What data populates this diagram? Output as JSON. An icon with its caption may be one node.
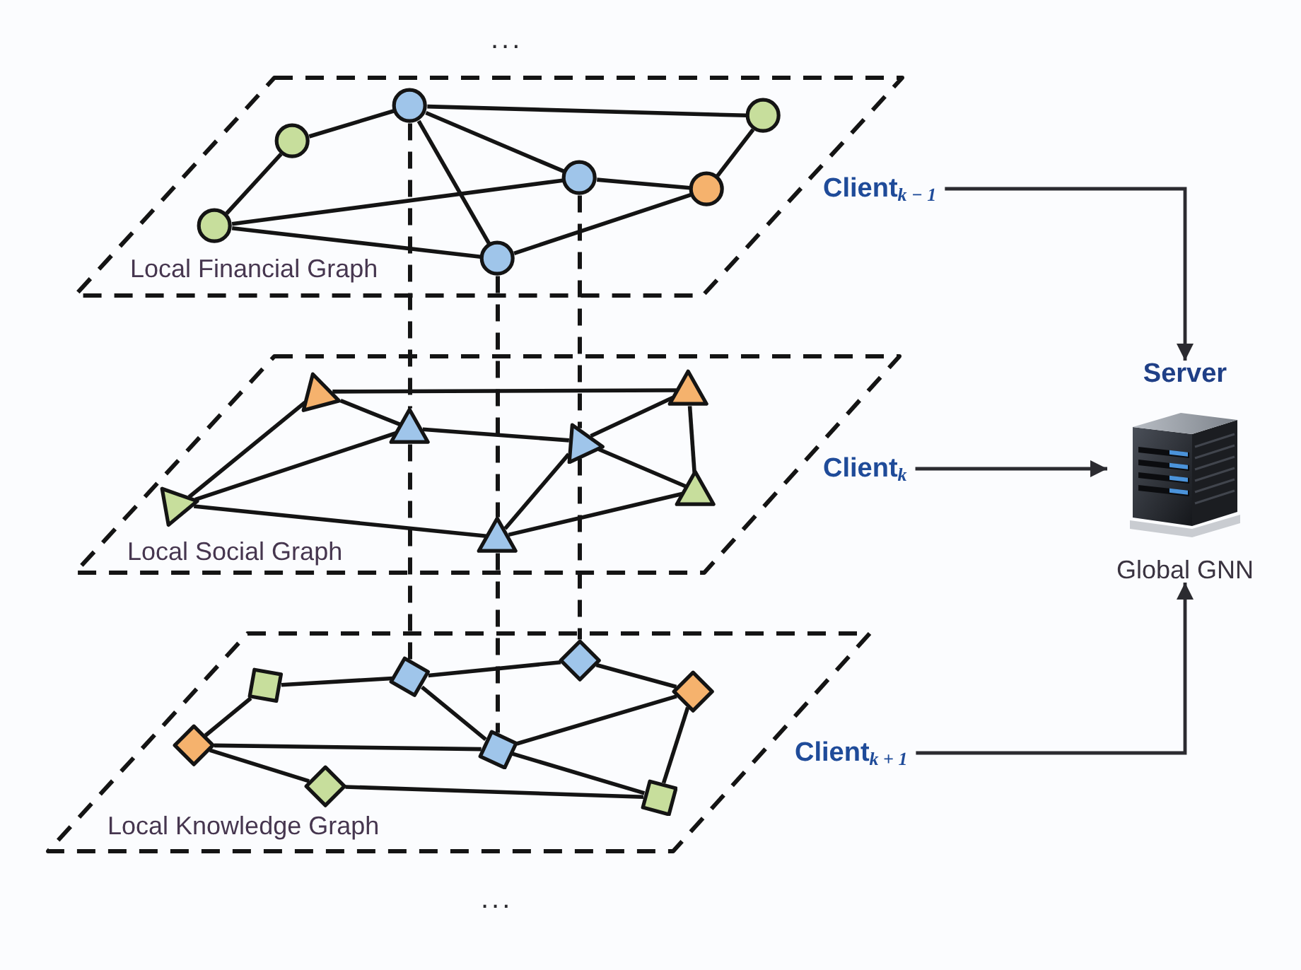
{
  "diagram": {
    "nodes": [
      {
        "text": [
          "Local Financial Graph"
        ]
      },
      {
        "text": [],
        "shape": "circle",
        "in": 0
      },
      {
        "text": [],
        "shape": "circle",
        "in": 0
      },
      {
        "text": [],
        "shape": "circle",
        "in": 0
      },
      {
        "text": [],
        "shape": "circle",
        "in": 0
      },
      {
        "text": [],
        "shape": "circle",
        "in": 0
      },
      {
        "text": [],
        "shape": "circle",
        "in": 0
      },
      {
        "text": [],
        "shape": "circle",
        "in": 0
      },
      {
        "text": [
          "Client$_{k − 1}$"
        ]
      },
      {
        "text": [
          "Server",
          "Global GNN"
        ]
      },
      {
        "text": [
          "Local Social Graph"
        ]
      },
      {
        "text": [],
        "shape": "triangle",
        "in": 10
      },
      {
        "text": [],
        "shape": "triangle",
        "in": 10
      },
      {
        "text": [],
        "shape": "triangle",
        "in": 10
      },
      {
        "text": [],
        "shape": "triangle",
        "in": 10
      },
      {
        "text": [],
        "shape": "triangle",
        "in": 10
      },
      {
        "text": [],
        "shape": "triangle",
        "in": 10
      },
      {
        "text": [],
        "shape": "triangle",
        "in": 10
      },
      {
        "text": [
          "Client$_{k}$"
        ]
      },
      {
        "text": [
          "Local Knowledge Graph"
        ]
      },
      {
        "text": [],
        "shape": "diamond",
        "in": 19
      },
      {
        "text": [],
        "shape": "diamond",
        "in": 19
      },
      {
        "text": [],
        "shape": "diamond",
        "in": 19
      },
      {
        "text": [],
        "shape": "diamond",
        "in": 19
      },
      {
        "text": [],
        "shape": "diamond",
        "in": 19
      },
      {
        "text": [],
        "shape": "diamond",
        "in": 19
      },
      {
        "text": [],
        "shape": "diamond",
        "in": 19
      },
      {
        "text": [],
        "shape": "diamond",
        "in": 19
      },
      {
        "text": [
          "Client$_{k + 1}$"
        ]
      }
    ],
    "edges": [
      {
        "from": 6,
        "to": 3,
        "arrow": "none"
      },
      {
        "from": 3,
        "to": 1,
        "arrow": "none"
      },
      {
        "from": 1,
        "to": 2,
        "arrow": "none"
      },
      {
        "from": 1,
        "to": 4,
        "arrow": "none"
      },
      {
        "from": 1,
        "to": 7,
        "arrow": "none"
      },
      {
        "from": 6,
        "to": 4,
        "arrow": "none"
      },
      {
        "from": 6,
        "to": 7,
        "arrow": "none"
      },
      {
        "from": 4,
        "to": 5,
        "arrow": "none"
      },
      {
        "from": 2,
        "to": 5,
        "arrow": "none"
      },
      {
        "from": 5,
        "to": 7,
        "arrow": "none"
      },
      {
        "from": 11,
        "to": 12,
        "arrow": "none"
      },
      {
        "from": 11,
        "to": 13,
        "arrow": "none"
      },
      {
        "from": 11,
        "to": 16,
        "arrow": "none"
      },
      {
        "from": 16,
        "to": 13,
        "arrow": "none"
      },
      {
        "from": 13,
        "to": 14,
        "arrow": "none"
      },
      {
        "from": 14,
        "to": 12,
        "arrow": "none"
      },
      {
        "from": 14,
        "to": 15,
        "arrow": "none"
      },
      {
        "from": 12,
        "to": 15,
        "arrow": "none"
      },
      {
        "from": 16,
        "to": 17,
        "arrow": "none"
      },
      {
        "from": 17,
        "to": 14,
        "arrow": "none"
      },
      {
        "from": 17,
        "to": 15,
        "arrow": "none"
      },
      {
        "from": 22,
        "to": 21,
        "arrow": "none"
      },
      {
        "from": 21,
        "to": 20,
        "arrow": "none"
      },
      {
        "from": 20,
        "to": 23,
        "arrow": "none"
      },
      {
        "from": 24,
        "to": 22,
        "arrow": "none"
      },
      {
        "from": 21,
        "to": 25,
        "arrow": "none"
      },
      {
        "from": 24,
        "to": 25,
        "arrow": "none"
      },
      {
        "from": 23,
        "to": 25,
        "arrow": "none"
      },
      {
        "from": 23,
        "to": 27,
        "arrow": "none"
      },
      {
        "from": 25,
        "to": 27,
        "arrow": "none"
      },
      {
        "from": 24,
        "to": 26,
        "arrow": "none"
      },
      {
        "from": 26,
        "to": 27,
        "arrow": "none"
      },
      {
        "from": 1,
        "to": 13,
        "arrow": "none",
        "style": "dashed"
      },
      {
        "from": 13,
        "to": 21,
        "arrow": "none",
        "style": "dashed"
      },
      {
        "from": 7,
        "to": 17,
        "arrow": "none",
        "style": "dashed"
      },
      {
        "from": 17,
        "to": 25,
        "arrow": "none",
        "style": "dashed"
      },
      {
        "from": 4,
        "to": 14,
        "arrow": "none",
        "style": "dashed"
      },
      {
        "from": 14,
        "to": 20,
        "arrow": "none",
        "style": "dashed"
      },
      {
        "from": 8,
        "to": 9,
        "arrow": "to"
      },
      {
        "from": 18,
        "to": 9,
        "arrow": "to"
      },
      {
        "from": 28,
        "to": 9,
        "arrow": "to"
      }
    ],
    "labels": [
      "...",
      "..."
    ]
  }
}
